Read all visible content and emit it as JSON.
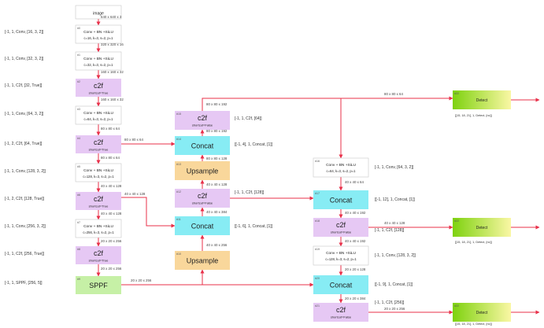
{
  "colors": {
    "arrow": "#e8304a",
    "conv_fill": "#ffffff",
    "conv_stroke": "#c9c9c9",
    "c2f_fill": "#e6c8f4",
    "concat_fill": "#87ecf4",
    "upsample_fill": "#f9d79b",
    "spf_fill": "#c6f0a6",
    "detect_grad_start": "#7ed20f",
    "detect_grad_end": "#faf7a4",
    "text": "#222222",
    "param_text": "#333333",
    "label_text": "#444444",
    "index_text": "#555555"
  },
  "nodes": [
    {
      "id": "image",
      "type": "image",
      "title": "image"
    },
    {
      "id": "n0",
      "type": "conv",
      "index": "#0",
      "title": "Conv + BN +SiLU",
      "detail": "c=16, k=3, s=2, p=1",
      "param": "[-1, 1, Conv, [16, 3, 2]]"
    },
    {
      "id": "n1",
      "type": "conv",
      "index": "#1",
      "title": "Conv + BN +SiLU",
      "detail": "c=32, k=3, s=2, p=1",
      "param": "[-1, 1, Conv, [32, 3, 2]]"
    },
    {
      "id": "n2",
      "type": "c2f",
      "index": "#2",
      "title": "c2f",
      "detail": "shortcut=True",
      "param": "[-1, 1, C2f, [32, True]]"
    },
    {
      "id": "n3",
      "type": "conv",
      "index": "#3",
      "title": "Conv + BN +SiLU",
      "detail": "c=64, k=3, s=2, p=1",
      "param": "[-1, 1, Conv, [64, 3, 2]]"
    },
    {
      "id": "n4",
      "type": "c2f",
      "index": "#4",
      "title": "c2f",
      "detail": "shortcut=True",
      "param": "[-1, 2, C2f, [64, True]]"
    },
    {
      "id": "n5",
      "type": "conv",
      "index": "#5",
      "title": "Conv + BN +SiLU",
      "detail": "c=128, k=3, s=2, p=1",
      "param": "[-1, 1, Conv, [128, 3, 2]]"
    },
    {
      "id": "n6",
      "type": "c2f",
      "index": "#6",
      "title": "c2f",
      "detail": "shortcut=True",
      "param": "[-1, 2, C2f, [128, True]]"
    },
    {
      "id": "n7",
      "type": "conv",
      "index": "#7",
      "title": "Conv + BN +SiLU",
      "detail": "c=256, k=3, s=2, p=1",
      "param": "[-1, 1, Conv, [256, 3, 2]]"
    },
    {
      "id": "n8",
      "type": "c2f",
      "index": "#8",
      "title": "c2f",
      "detail": "shortcut=True",
      "param": "[-1, 1, C2f, [256, True]]"
    },
    {
      "id": "n9",
      "type": "spf",
      "index": "#9",
      "title": "SPPF",
      "param": "[-1, 1, SPPF, [256, 5]]"
    },
    {
      "id": "n10",
      "type": "upsample",
      "index": "#10",
      "title": "Upsample"
    },
    {
      "id": "n11",
      "type": "concat",
      "index": "#11",
      "title": "Concat",
      "param": "[[-1, 6], 1, Concat, [1]]"
    },
    {
      "id": "n12",
      "type": "c2f",
      "index": "#12",
      "title": "c2f",
      "detail": "shortcut=False",
      "param": "[-1, 1, C2f, [128]]"
    },
    {
      "id": "n13",
      "type": "upsample",
      "index": "#13",
      "title": "Upsample"
    },
    {
      "id": "n14",
      "type": "concat",
      "index": "#14",
      "title": "Concat",
      "param": "[[-1, 4], 1, Concat, [1]]"
    },
    {
      "id": "n15",
      "type": "c2f",
      "index": "#15",
      "title": "c2f",
      "detail": "shortcut=False",
      "param": "[-1, 1, C2f, [64]]"
    },
    {
      "id": "n16",
      "type": "conv",
      "index": "#16",
      "title": "Conv + BN +SiLU",
      "detail": "c=64, k=3, s=2, p=1",
      "param": "[-1, 1, Conv, [64, 3, 2]]"
    },
    {
      "id": "n17",
      "type": "concat",
      "index": "#17",
      "title": "Concat",
      "param": "[[-1, 12], 1, Concat, [1]]"
    },
    {
      "id": "n18",
      "type": "c2f",
      "index": "#18",
      "title": "c2f",
      "detail": "shortcut=False",
      "param": "[-1, 1, C2f, [128]]"
    },
    {
      "id": "n19",
      "type": "conv",
      "index": "#19",
      "title": "Conv + BN +SiLU",
      "detail": "c=128, k=3, s=2, p=1",
      "param": "[-1, 1, Conv, [128, 3, 2]]"
    },
    {
      "id": "n20",
      "type": "concat",
      "index": "#20",
      "title": "Concat",
      "param": "[[-1, 9], 1, Concat, [1]]"
    },
    {
      "id": "n21",
      "type": "c2f",
      "index": "#21",
      "title": "c2f",
      "detail": "shortcut=False",
      "param": "[-1, 1, C2f, [256]]"
    },
    {
      "id": "n22a",
      "type": "detect",
      "index": "#22",
      "title": "Detect",
      "param": "[[15, 18, 21], 1, Detect, [nc]]"
    },
    {
      "id": "n22b",
      "type": "detect",
      "index": "#22",
      "title": "Detect",
      "param": "[[15, 18, 21], 1, Detect, [nc]]"
    },
    {
      "id": "n22c",
      "type": "detect",
      "index": "#22",
      "title": "Detect",
      "param": "[[15, 18, 21], 1, Detect, [nc]]"
    }
  ],
  "edges": [
    {
      "from": "image",
      "to": "n0",
      "label": "640 x 640 x 3"
    },
    {
      "from": "n0",
      "to": "n1",
      "label": "320 x 320 x 16"
    },
    {
      "from": "n1",
      "to": "n2",
      "label": "160 x 160 x 32"
    },
    {
      "from": "n2",
      "to": "n3",
      "label": "160 x 160 x 32"
    },
    {
      "from": "n3",
      "to": "n4",
      "label": "80 x 80 x 64"
    },
    {
      "from": "n4",
      "to": "n5",
      "label": "80 x 80 x 64"
    },
    {
      "from": "n4",
      "to": "n14",
      "label": "80 x 80 x 64"
    },
    {
      "from": "n5",
      "to": "n6",
      "label": "40 x 40 x 128"
    },
    {
      "from": "n6",
      "to": "n7",
      "label": "40 x 40 x 128"
    },
    {
      "from": "n6",
      "to": "n11",
      "label": "40 x 40 x 128"
    },
    {
      "from": "n7",
      "to": "n8",
      "label": "20 x 20 x 256"
    },
    {
      "from": "n8",
      "to": "n9",
      "label": "20 x 20 x 256"
    },
    {
      "from": "n9",
      "to": "n20",
      "label": "20 x 20 x 256"
    },
    {
      "from": "n9",
      "to": "n10"
    },
    {
      "from": "n10",
      "to": "n11",
      "label": "40 x 40 x 256"
    },
    {
      "from": "n11",
      "to": "n12",
      "label": "40 x 40 x 384"
    },
    {
      "from": "n12",
      "to": "n13",
      "label": "40 x 40 x 128"
    },
    {
      "from": "n12",
      "to": "n17"
    },
    {
      "from": "n13",
      "to": "n14",
      "label": "80 x 80 x 128"
    },
    {
      "from": "n14",
      "to": "n15",
      "label": "80 x 80 x 192"
    },
    {
      "from": "n15",
      "to": "n22a",
      "label": "80 x 80 x 64",
      "label2": "80 x 80 x 192"
    },
    {
      "from": "n15",
      "to": "n16"
    },
    {
      "from": "n16",
      "to": "n17",
      "label": "40 x 40 x 64"
    },
    {
      "from": "n17",
      "to": "n18",
      "label": "40 x 40 x 192"
    },
    {
      "from": "n18",
      "to": "n22b",
      "label": "40 x 40 x 128"
    },
    {
      "from": "n18",
      "to": "n19",
      "label": "40 x 40 x 192"
    },
    {
      "from": "n19",
      "to": "n20",
      "label": "20 x 20 x 128"
    },
    {
      "from": "n20",
      "to": "n21",
      "label": "20 x 20 x 384"
    },
    {
      "from": "n21",
      "to": "n22c",
      "label": "20 x 20 x 256"
    }
  ]
}
